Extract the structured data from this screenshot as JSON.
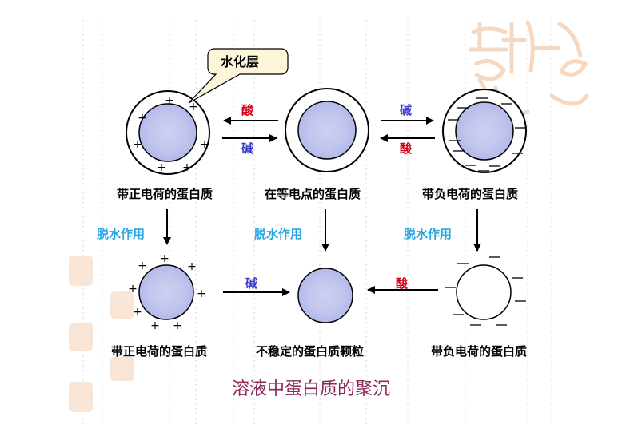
{
  "callout": "水化层",
  "top_row": [
    {
      "label": "带正电荷的蛋白质",
      "charge": "+"
    },
    {
      "label": "在等电点的蛋白质",
      "charge": ""
    },
    {
      "label": "带负电荷的蛋白质",
      "charge": "—"
    }
  ],
  "bottom_row": [
    {
      "label": "带正电荷的蛋白质",
      "charge": "+"
    },
    {
      "label": "不稳定的蛋白质颗粒",
      "charge": ""
    },
    {
      "label": "带负电荷的蛋白质",
      "charge": "—"
    }
  ],
  "reactions": {
    "top_left_upper": "酸",
    "top_left_lower": "碱",
    "top_right_upper": "碱",
    "top_right_lower": "酸",
    "bottom_left": "碱",
    "bottom_right": "酸"
  },
  "dehydration": [
    "脱水作用",
    "脱水作用",
    "脱水作用"
  ],
  "title": "溶液中蛋白质的聚沉",
  "colors": {
    "acid": "#d4001a",
    "base": "#3a3ac8",
    "step": "#2aa6e0",
    "title": "#8b2a5a",
    "callout_fill": "#fdf6d8",
    "watermark": "#f6d8c0"
  }
}
